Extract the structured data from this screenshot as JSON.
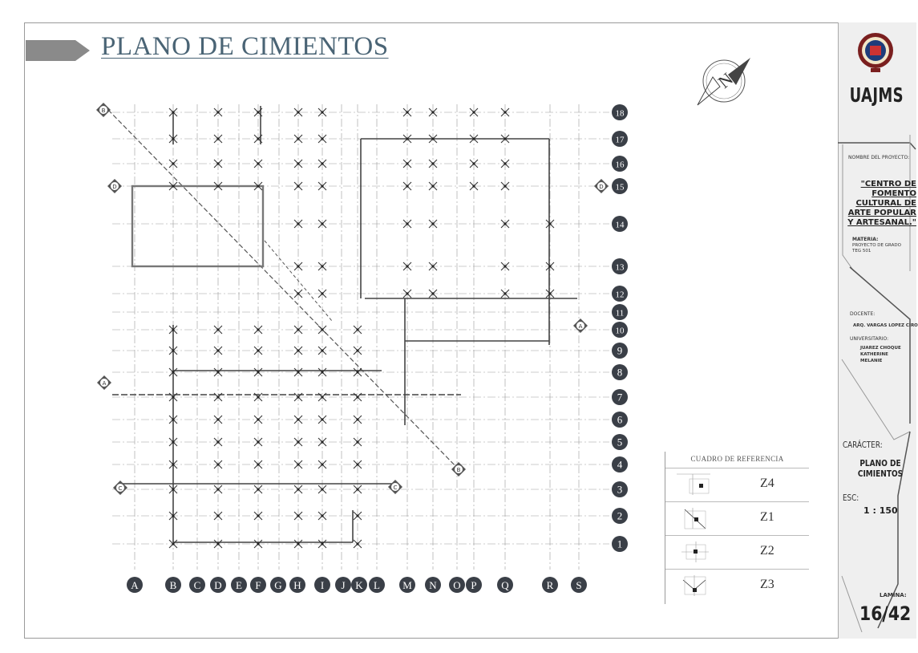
{
  "sheet": {
    "title": "PLANO DE CIMIENTOS",
    "north_label": "N"
  },
  "grid": {
    "columns": [
      "A",
      "B",
      "C",
      "D",
      "E",
      "F",
      "G",
      "H",
      "I",
      "J",
      "K",
      "L",
      "M",
      "N",
      "O",
      "P",
      "Q",
      "R",
      "S"
    ],
    "rows": [
      "18",
      "17",
      "16",
      "15",
      "14",
      "13",
      "12",
      "11",
      "10",
      "9",
      "8",
      "7",
      "6",
      "5",
      "4",
      "3",
      "2",
      "1"
    ],
    "section_markers": [
      "D",
      "D",
      "A",
      "A",
      "C",
      "C",
      "B",
      "B"
    ]
  },
  "reference_table": {
    "title": "CUADRO DE REFERENCIA",
    "rows": [
      {
        "code": "Z4"
      },
      {
        "code": "Z1"
      },
      {
        "code": "Z2"
      },
      {
        "code": "Z3"
      }
    ]
  },
  "title_block": {
    "institution": "UAJMS",
    "project_label": "NOMBRE DEL PROYECTO:",
    "project_name": "\"CENTRO DE FOMENTO CULTURAL DE ARTE POPULAR Y ARTESANAL.\"",
    "subject_label": "MATERIA:",
    "subject_value": "PROYECTO DE GRADO TEG 501",
    "teacher_label": "DOCENTE:",
    "teacher_name": "ARQ. VARGAS LOPEZ CIRO",
    "student_label": "UNIVERSITARIO:",
    "student_name": "JUAREZ CHOQUE KATHERINE MELANIE",
    "character_label": "CARÁCTER:",
    "character_value": "PLANO DE CIMIENTOS",
    "scale_label": "ESC:",
    "scale_value": "1 : 150",
    "sheet_label": "LAMINA:",
    "sheet_value": "16/42"
  },
  "colors": {
    "title": "#4a6475",
    "bubble": "#3a3f47",
    "arrow": "#8a8a8a"
  }
}
